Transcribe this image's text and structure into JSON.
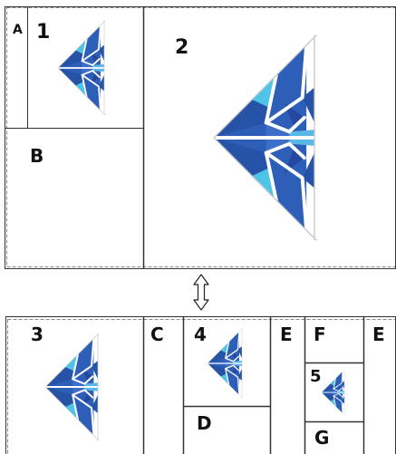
{
  "labels": {
    "a": "A",
    "one": "1",
    "two": "2",
    "b": "B",
    "three": "3",
    "c": "C",
    "four": "4",
    "e1": "E",
    "f": "F",
    "e2": "E",
    "five": "5",
    "d": "D",
    "g": "G"
  },
  "icons": {
    "swap": "double-arrow-vertical-icon",
    "fish": "origami-fish-icon"
  },
  "colors": {
    "dark_blue": "#2653a6",
    "mid_blue": "#3b6fc9",
    "light_blue": "#7ecbe6",
    "cyan": "#4fc3e8",
    "frame": "#333333",
    "dashed": "#888888",
    "guide": "#c8c8c8"
  }
}
